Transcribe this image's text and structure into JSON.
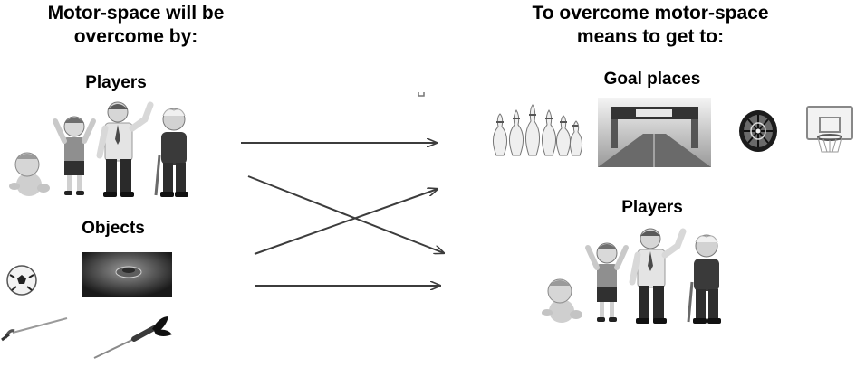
{
  "left": {
    "heading_line1": "Motor-space will be",
    "heading_line2": "overcome by:",
    "players_label": "Players",
    "objects_label": "Objects",
    "object_icons": [
      "soccer-ball-icon",
      "curling-stone-icon",
      "fencing-sword-icon",
      "dart-icon"
    ]
  },
  "right": {
    "heading_line1": "To overcome motor-space",
    "heading_line2": "means to get to:",
    "goal_label": "Goal places",
    "players_label": "Players",
    "goal_icons": [
      "bowling-pins-icon",
      "finish-line-icon",
      "dartboard-icon",
      "basketball-hoop-icon"
    ]
  },
  "players_figures": [
    "baby",
    "boy",
    "man",
    "elderly-man"
  ],
  "colors": {
    "line": "#3c3c3c",
    "figure_dark": "#3a3a3a",
    "figure_mid": "#8a8a8a",
    "figure_light": "#d8d8d8"
  }
}
